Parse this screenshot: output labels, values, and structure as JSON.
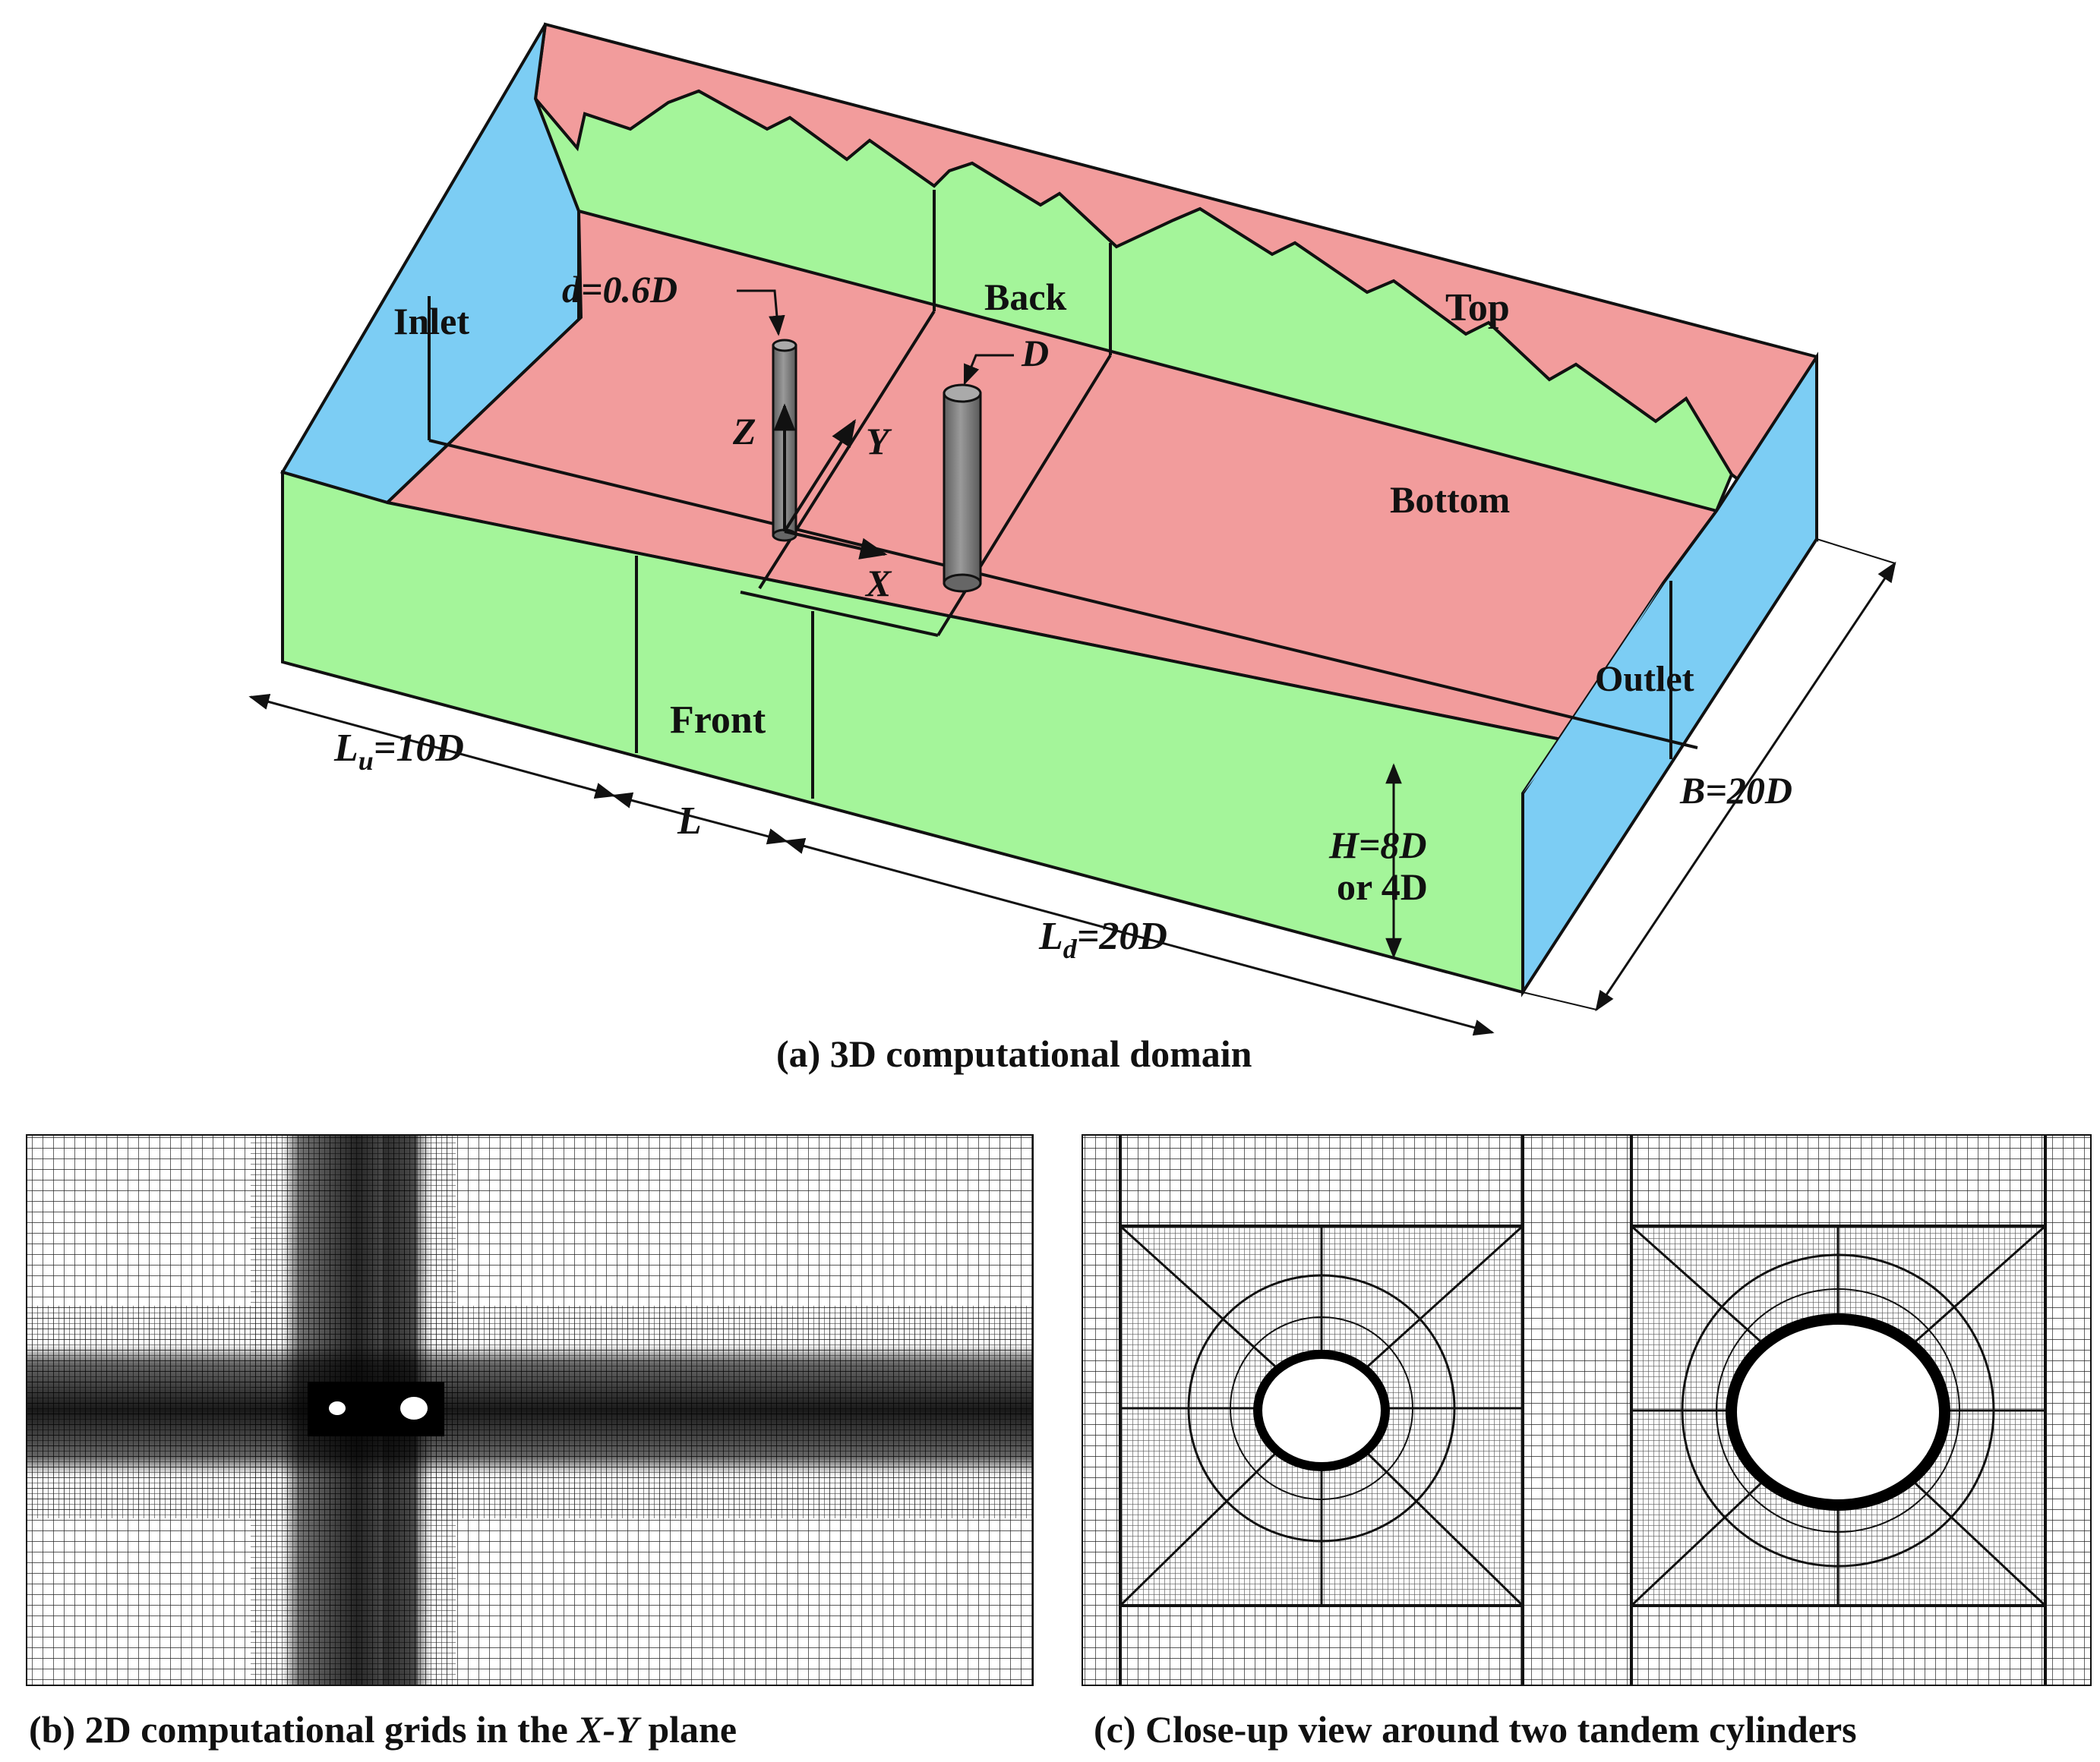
{
  "panel_a": {
    "caption": "(a) 3D computational domain",
    "faces": {
      "inlet": "Inlet",
      "back": "Back",
      "top": "Top",
      "bottom": "Bottom",
      "front": "Front",
      "outlet": "Outlet"
    },
    "axes": {
      "x": "X",
      "y": "Y",
      "z": "Z"
    },
    "cylinders": {
      "small": "d=0.6D",
      "large": "D"
    },
    "dimensions": {
      "upstream_main": "L",
      "upstream_sub": "u",
      "upstream_value": "=10D",
      "spacing": "L",
      "downstream_main": "L",
      "downstream_sub": "d",
      "downstream_value": "=20D",
      "height_line1": "H=8D",
      "height_line2": "or 4D",
      "width": "B=20D"
    },
    "colors": {
      "top_bottom": "#f29c9c",
      "front_back": "#a4f59a",
      "inlet_outlet": "#7ccdf4",
      "cylinder": "#8a8a8a"
    }
  },
  "panel_b": {
    "caption_prefix": "(b) 2D computational grids in the ",
    "caption_italic": "X-Y",
    "caption_suffix": " plane"
  },
  "panel_c": {
    "caption": "(c) Close-up view around two tandem cylinders"
  }
}
